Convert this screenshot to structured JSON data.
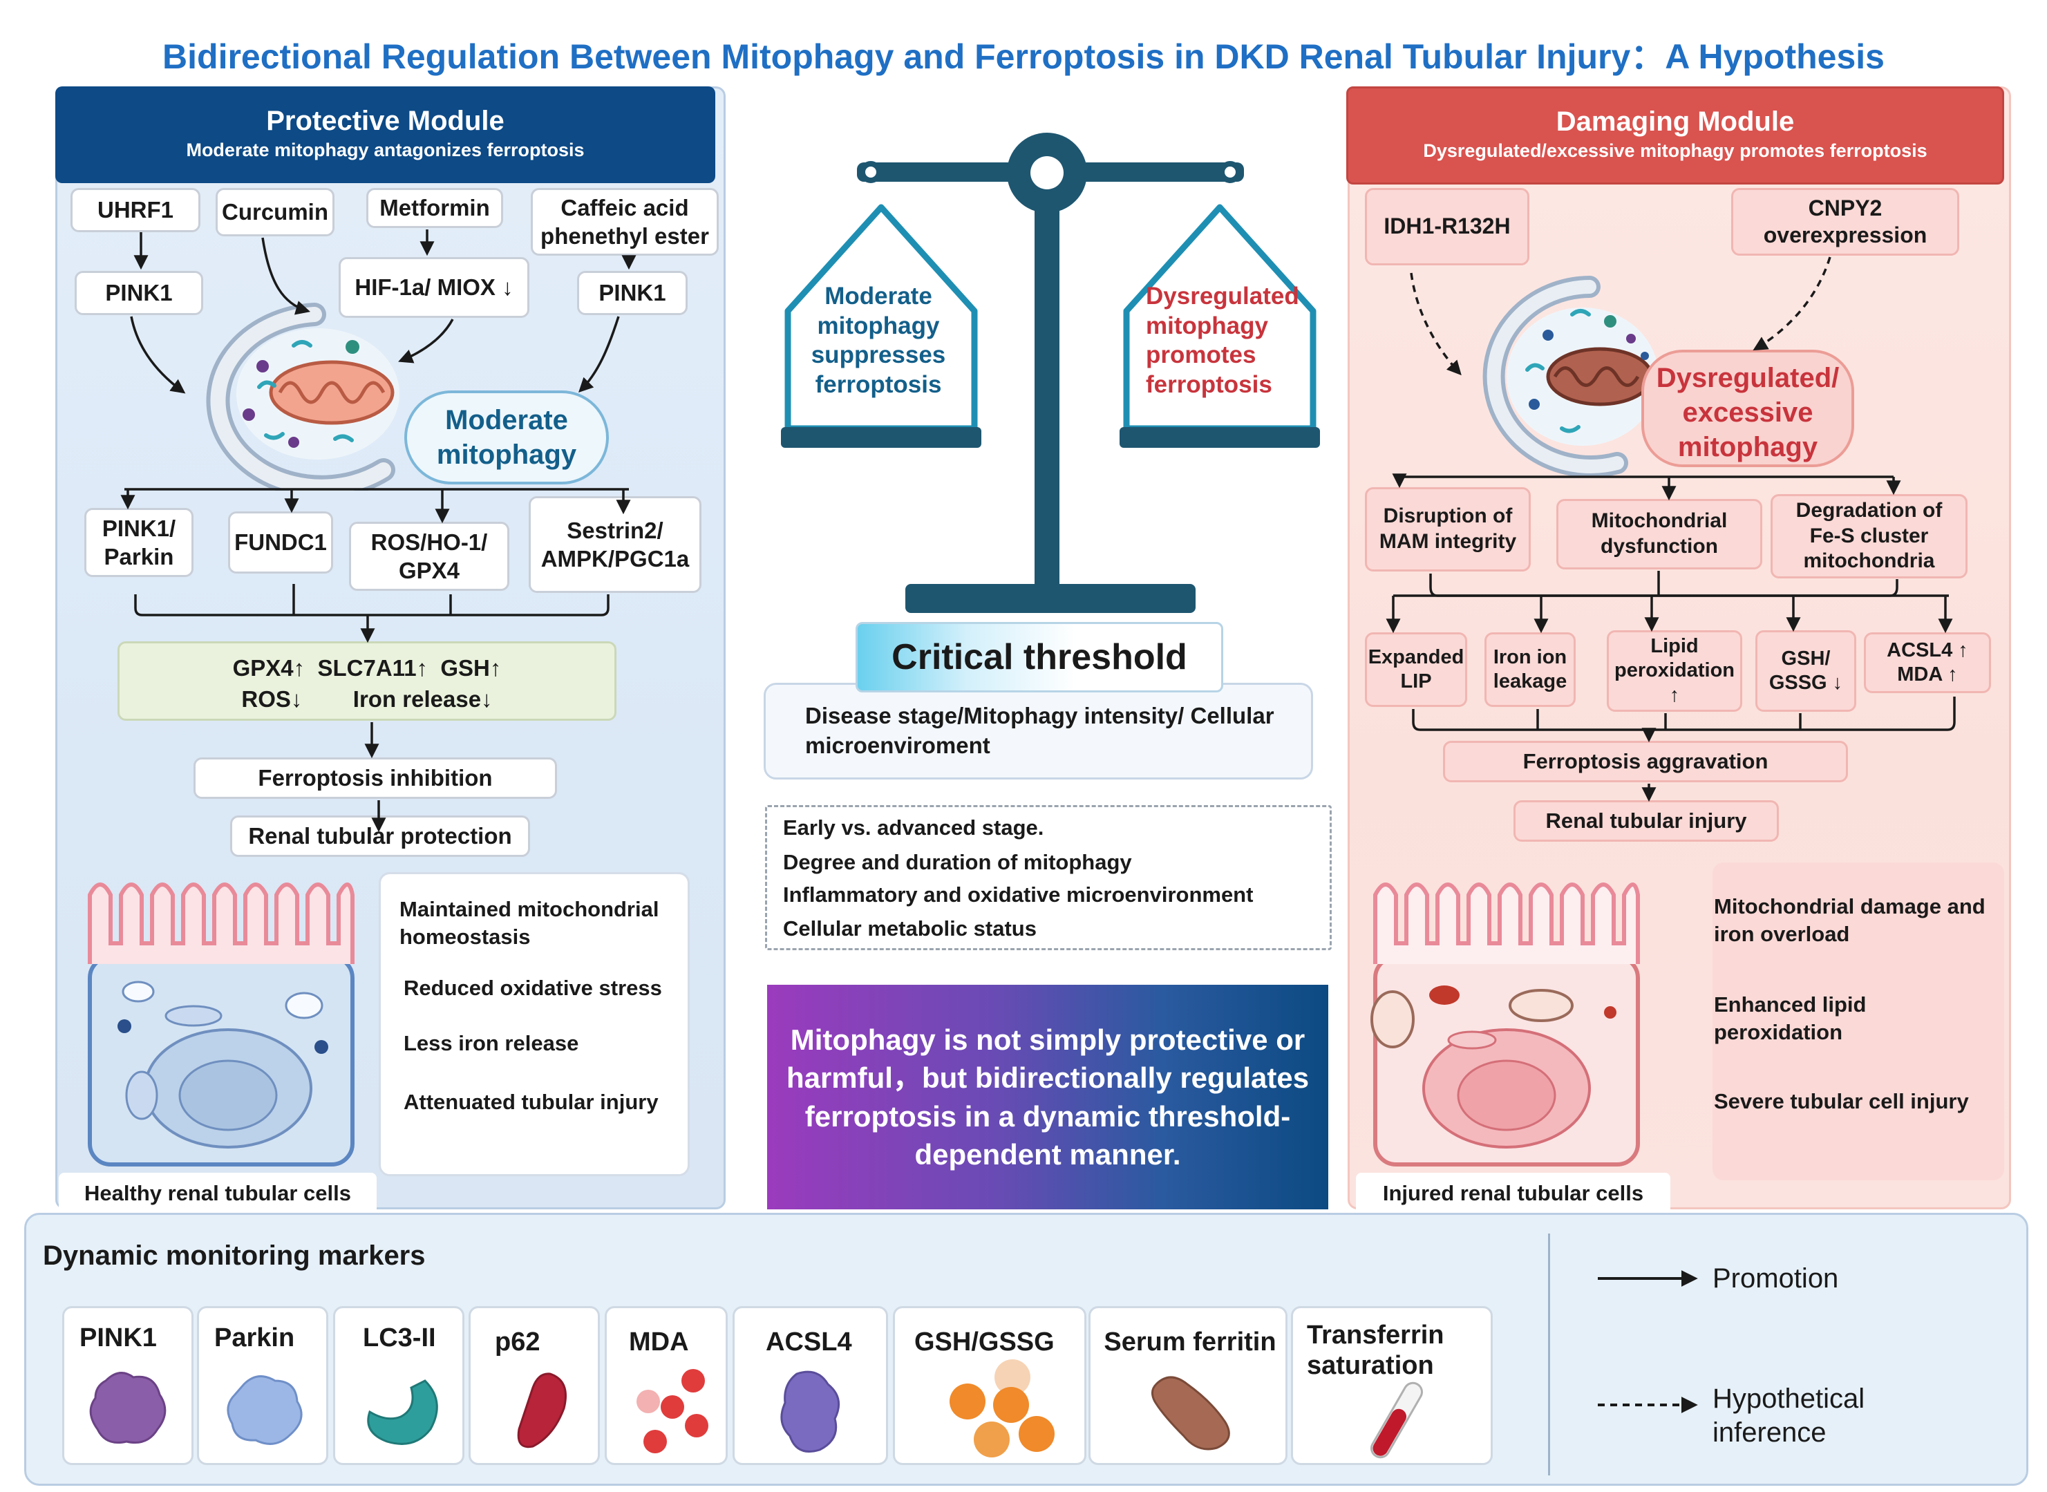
{
  "title": "Bidirectional Regulation Between Mitophagy and Ferroptosis in DKD Renal Tubular Injury：A Hypothesis",
  "protective": {
    "header_title": "Protective Module",
    "header_subtitle": "Moderate mitophagy antagonizes ferroptosis",
    "regulators": [
      "UHRF1",
      "Curcumin",
      "Metformin",
      "Caffeic acid phenethyl ester"
    ],
    "pink1_left": "PINK1",
    "hif": "HIF-1a/ MIOX ↓",
    "pink1_right": "PINK1",
    "mitophagy_line1": "Moderate",
    "mitophagy_line2": "mitophagy",
    "pathways": [
      "PINK1/ Parkin",
      "FUNDC1",
      "ROS/HO-1/ GPX4",
      "Sestrin2/ AMPK/PGC1a"
    ],
    "effects_line1": "GPX4↑  SLC7A11↑  GSH↑",
    "effects_line2": "ROS↓        Iron release↓",
    "inhibition": "Ferroptosis inhibition",
    "protection": "Renal tubular protection",
    "outcomes": [
      "Maintained mitochondrial homeostasis",
      "Reduced oxidative stress",
      "Less iron release",
      "Attenuated tubular injury"
    ],
    "cell_label": "Healthy renal tubular cells"
  },
  "center": {
    "left_pan": [
      "Moderate",
      "mitophagy",
      "suppresses",
      "ferroptosis"
    ],
    "right_pan": [
      "Dysregulated",
      "mitophagy",
      "promotes",
      "ferroptosis"
    ],
    "threshold": "Critical threshold",
    "factors": "Disease stage/Mitophagy intensity/ Cellular microenviroment",
    "list": [
      "Early vs. advanced stage.",
      "Degree and duration of mitophagy",
      "Inflammatory and oxidative microenvironment",
      "Cellular metabolic status"
    ],
    "conclusion": "Mitophagy is not simply protective or harmful，but bidirectionally regulates ferroptosis in a dynamic threshold-dependent manner."
  },
  "damaging": {
    "header_title": "Damaging Module",
    "header_subtitle": "Dysregulated/excessive mitophagy promotes ferroptosis",
    "trigger_left": "IDH1-R132H",
    "trigger_right": "CNPY2 overexpression",
    "mitophagy_lines": [
      "Dysregulated/",
      "excessive",
      "mitophagy"
    ],
    "mechanisms": [
      "Disruption of MAM integrity",
      "Mitochondrial dysfunction",
      "Degradation of Fe-S cluster mitochondria"
    ],
    "consequences": [
      "Expanded LIP",
      "Iron ion leakage",
      "Lipid peroxidation ↑",
      "GSH/ GSSG ↓",
      "ACSL4 ↑ MDA ↑"
    ],
    "aggravation": "Ferroptosis aggravation",
    "injury": "Renal tubular injury",
    "outcomes": [
      "Mitochondrial damage and iron overload",
      "Enhanced lipid peroxidation",
      "Severe tubular cell injury"
    ],
    "cell_label": "Injured renal tubular cells"
  },
  "markers": {
    "title": "Dynamic monitoring markers",
    "items": [
      "PINK1",
      "Parkin",
      "LC3-II",
      "p62",
      "MDA",
      "ACSL4",
      "GSH/GSSG",
      "Serum ferritin",
      "Transferrin saturation"
    ]
  },
  "legend": {
    "promotion": "Promotion",
    "hypothetical": "Hypothetical inference"
  },
  "colors": {
    "title_blue": "#1f6fc4",
    "protective_header": "#0d4a86",
    "damaging_header": "#d9534f",
    "scale": "#1e5670",
    "pink_text": "#c8343c",
    "teal_text": "#135f8a"
  }
}
